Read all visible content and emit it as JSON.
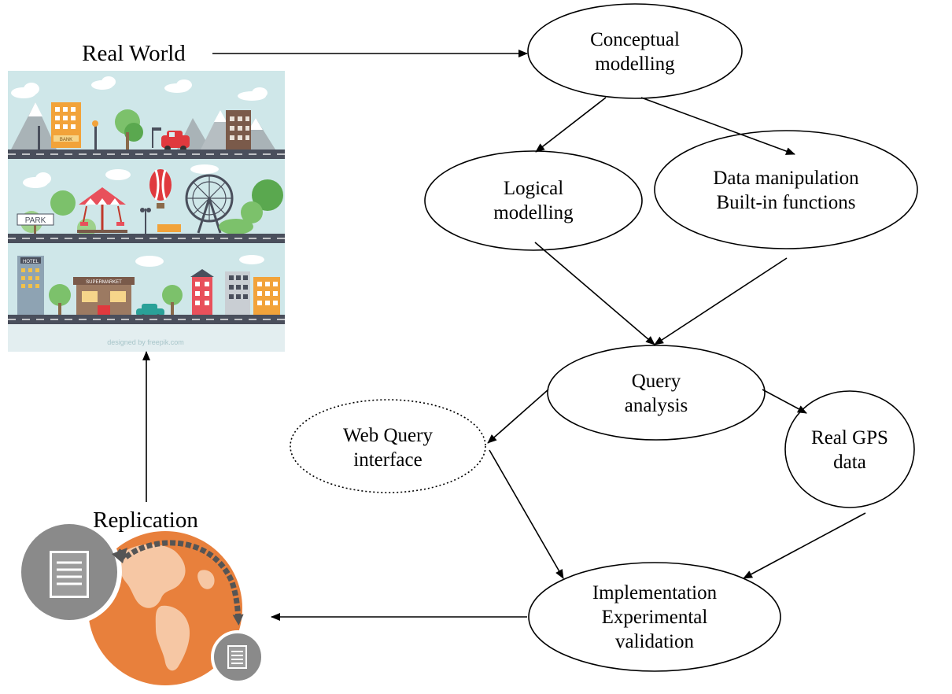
{
  "labels": {
    "real_world": "Real World",
    "replication": "Replication",
    "watermark": "designed by freepik.com"
  },
  "nodes": {
    "conceptual": [
      "Conceptual",
      "modelling"
    ],
    "logical": [
      "Logical",
      "modelling"
    ],
    "data_manipulation": [
      "Data manipulation",
      "Built-in functions"
    ],
    "query_analysis": [
      "Query",
      "analysis"
    ],
    "web_query": [
      "Web Query",
      "interface"
    ],
    "real_gps": [
      "Real GPS",
      "data"
    ],
    "implementation": [
      "Implementation",
      "Experimental",
      "validation"
    ]
  },
  "illustration": {
    "park_sign": "PARK",
    "bank_sign": "BANK",
    "hotel_sign": "HOTEL",
    "supermarket_sign": "SUPERMARKET"
  },
  "colors": {
    "sky": "#cfe7e9",
    "road": "#4a4f5c",
    "globe": "#e8803c",
    "continents": "#f6c7a4",
    "document_disc": "#8a8a8a"
  }
}
